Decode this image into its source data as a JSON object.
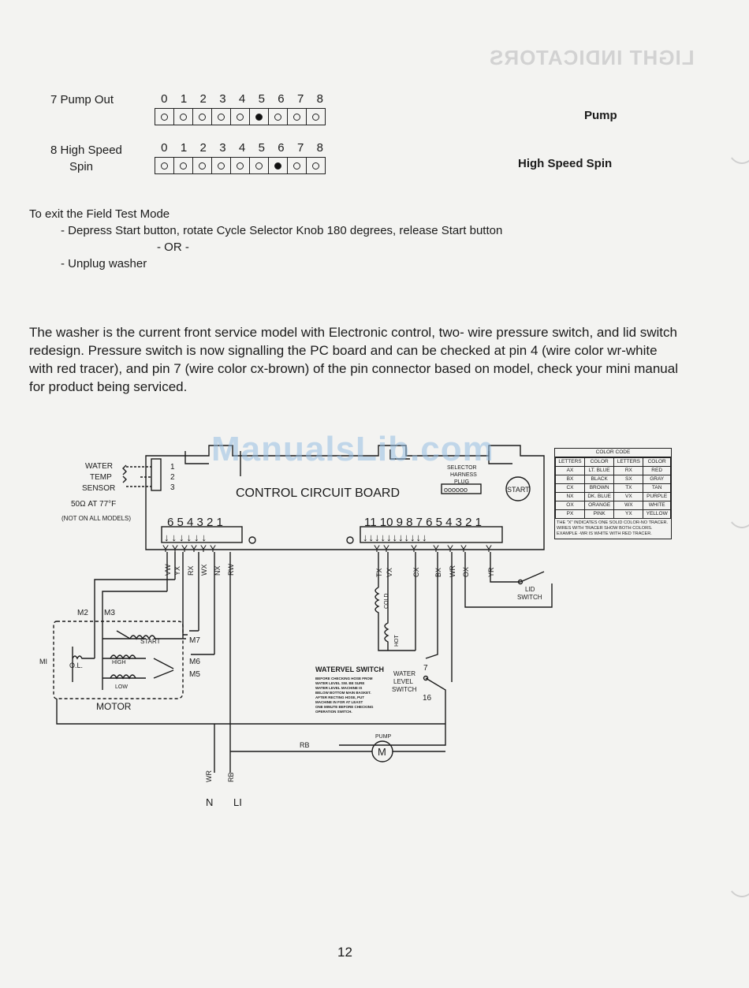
{
  "field_test": {
    "rows": [
      {
        "label_lines": [
          "7 Pump Out"
        ],
        "digits": [
          "0",
          "1",
          "2",
          "3",
          "4",
          "5",
          "6",
          "7",
          "8"
        ],
        "lit_index": 5,
        "indicator": "Pump"
      },
      {
        "label_lines": [
          "8 High Speed",
          "Spin"
        ],
        "digits": [
          "0",
          "1",
          "2",
          "3",
          "4",
          "5",
          "6",
          "7",
          "8"
        ],
        "lit_index": 6,
        "indicator": "High Speed Spin"
      }
    ]
  },
  "exit": {
    "title": "To exit the Field Test Mode",
    "option1": "- Depress Start button, rotate Cycle Selector Knob 180 degrees, release Start button",
    "or": "- OR -",
    "option2": "- Unplug washer"
  },
  "paragraph": "The washer is the current front service model with Electronic control, two- wire pressure switch, and lid switch redesign.  Pressure switch is now signalling the PC board and can be checked at pin 4 (wire color wr-white with red tracer), and pin 7 (wire color cx-brown) of the pin connector based on model, check your mini manual for product being serviced.",
  "watermark": "ManualsLib.com",
  "bleed_title": "LIGHT INDICATORS",
  "diagram": {
    "board_label": "CONTROL CIRCUIT BOARD",
    "water_temp_sensor": [
      "WATER",
      "TEMP",
      "SENSOR"
    ],
    "sensor_spec": "50Ω AT 77°F",
    "not_all_models": "(NOT ON ALL MODELS)",
    "sensor_pins": [
      "1",
      "2",
      "3"
    ],
    "selector_label": [
      "SELECTOR",
      "HARNESS",
      "PLUG"
    ],
    "selector_pins": "oooooo",
    "start_button": "START",
    "left_connector_numbers": "6 5 4 3 2 1",
    "right_connector_numbers": "11 10 9 8 7 6 5 4 3 2 1",
    "left_wires": [
      "VW",
      "YX",
      "RX",
      "WX",
      "NX",
      "RW"
    ],
    "right_wires": [
      "TX",
      "VX",
      "CX",
      "BX",
      "WR",
      "OX",
      "YR"
    ],
    "lid_switch": [
      "LID",
      "SWITCH"
    ],
    "cold": "COLD",
    "hot": "HOT",
    "motor_labels": {
      "m2": "M2",
      "m3": "M3",
      "m7": "M7",
      "m6": "M6",
      "m5": "M5",
      "mi": "MI",
      "ol": "O.L.",
      "start": "START",
      "high": "HIGH",
      "low": "LOW",
      "motor": "MOTOR"
    },
    "water_level_switch": [
      "WATER",
      "LEVEL",
      "SWITCH"
    ],
    "wl_numbers": {
      "seven": "7",
      "sixteen": "16"
    },
    "waterlevel_note_title": "WATERVEL SWITCH",
    "waterlevel_note": [
      "BEFORE CHECKING HOSE FROM",
      "WATER LEVEL SW. BE SURE",
      "WATER LEVEL MACHINE IS",
      "BELOW BOTTOM MAIN BASKET.",
      "AFTER RECTING HOSE, PUT",
      "MACHINE IN FOR AT LEAST",
      "ONE MINUTE BEFORE CHECKING",
      "OPERATION SWITCH."
    ],
    "pump": "PUMP",
    "pump_symbol": "M",
    "rb": "RB",
    "bottom_wires": [
      "WR",
      "RB"
    ],
    "n_label": "N",
    "l1_label": "LI"
  },
  "color_code": {
    "title": "COLOR CODE",
    "headers": [
      "LETTERS",
      "COLOR",
      "LETTERS",
      "COLOR"
    ],
    "rows": [
      [
        "AX",
        "LT. BLUE",
        "RX",
        "RED"
      ],
      [
        "BX",
        "BLACK",
        "SX",
        "GRAY"
      ],
      [
        "CX",
        "BROWN",
        "TX",
        "TAN"
      ],
      [
        "NX",
        "DK. BLUE",
        "VX",
        "PURPLE"
      ],
      [
        "OX",
        "ORANGE",
        "WX",
        "WHITE"
      ],
      [
        "PX",
        "PINK",
        "YX",
        "YELLOW"
      ]
    ],
    "note": "THE \"X\" INDICATES ONE SOLID COLOR-NO TRACER. WIRES WITH TRACER SHOW BOTH COLORS. EXAMPLE -WR IS WHITE WITH RED TRACER."
  },
  "page_number": "12"
}
